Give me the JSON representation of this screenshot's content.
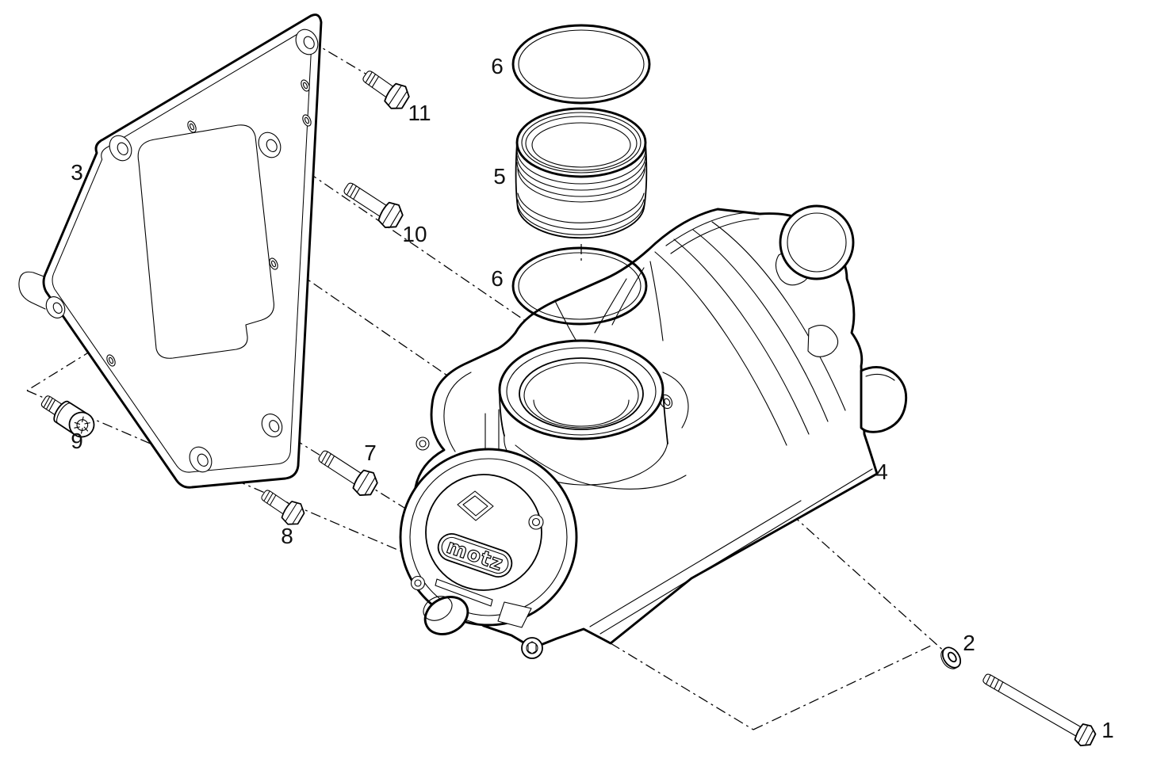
{
  "diagram": {
    "kind": "exploded-parts-diagram",
    "logo_text": "motz",
    "colors": {
      "line": "#000000",
      "background": "#ffffff"
    },
    "callouts": [
      {
        "number": "1",
        "part": "long-hex-bolt"
      },
      {
        "number": "2",
        "part": "washer"
      },
      {
        "number": "3",
        "part": "mounting-plate-gasket"
      },
      {
        "number": "4",
        "part": "pump-housing"
      },
      {
        "number": "5",
        "part": "cylinder-sleeve"
      },
      {
        "number": "6",
        "part": "o-ring-upper"
      },
      {
        "number": "6",
        "part": "o-ring-lower"
      },
      {
        "number": "7",
        "part": "hex-bolt"
      },
      {
        "number": "8",
        "part": "hex-bolt"
      },
      {
        "number": "9",
        "part": "socket-head-screw"
      },
      {
        "number": "10",
        "part": "hex-bolt"
      },
      {
        "number": "11",
        "part": "hex-bolt"
      }
    ]
  }
}
